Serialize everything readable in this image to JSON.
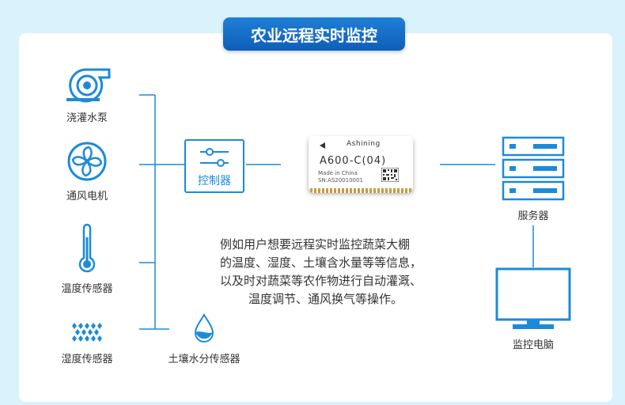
{
  "title": "农业远程实时监控",
  "sensors": [
    {
      "label": "浇灌水泵",
      "icon": "water-pump-icon"
    },
    {
      "label": "通风电机",
      "icon": "fan-icon"
    },
    {
      "label": "温度传感器",
      "icon": "thermometer-icon"
    },
    {
      "label": "湿度传感器",
      "icon": "humidity-icon"
    }
  ],
  "soil_sensor": {
    "label": "土壤水分传感器",
    "icon": "water-drop-icon"
  },
  "controller": {
    "label": "控制器",
    "icon": "slider-icon"
  },
  "module": {
    "brand": "Ashining",
    "model": "A600-C(04)",
    "made_in": "Made in China",
    "serial": "SN:AS20010001"
  },
  "server": {
    "label": "服务器",
    "icon": "server-icon"
  },
  "monitor": {
    "label": "监控电脑",
    "icon": "monitor-icon"
  },
  "description": [
    "例如用户想要远程实时监控蔬菜大棚",
    "的温度、湿度、土壤含水量等等信息，",
    "以及时对蔬菜等农作物进行自动灌溉、",
    "温度调节、通风换气等操作。"
  ],
  "colors": {
    "accent": "#1d8ad8",
    "title_bg": "#0e5fb8",
    "background": "#daf2fb"
  }
}
